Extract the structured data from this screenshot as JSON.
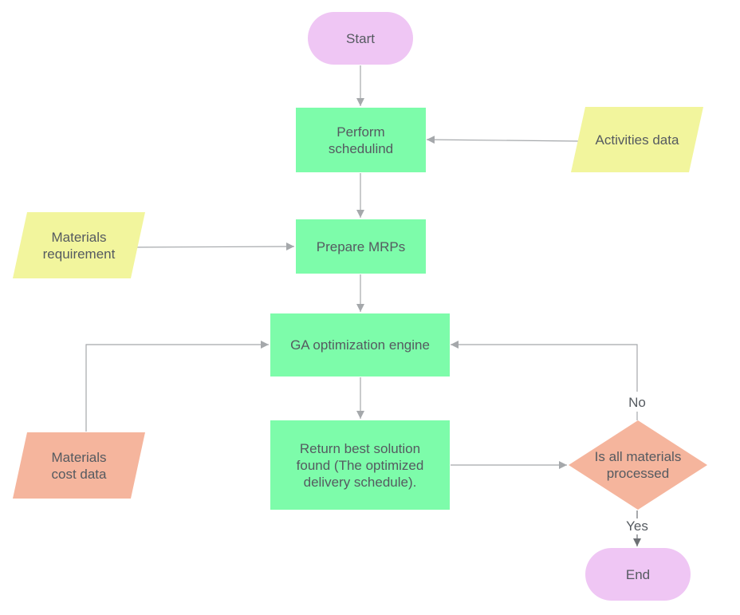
{
  "colors": {
    "terminal": "#efc6f4",
    "process": "#7dfcaa",
    "input_yellow": "#f2f59d",
    "input_salmon": "#f5b59d",
    "decision": "#f5b59d",
    "text": "#555a60",
    "line": "#a5a8ab"
  },
  "nodes": {
    "start": {
      "label": "Start",
      "shape": "terminal"
    },
    "perform_scheduling": {
      "label": "Perform\nschedulind",
      "shape": "process"
    },
    "activities_data": {
      "label": "Activities data",
      "shape": "data"
    },
    "prepare_mrps": {
      "label": "Prepare MRPs",
      "shape": "process"
    },
    "materials_requirement": {
      "label": "Materials\nrequirement",
      "shape": "data"
    },
    "ga_engine": {
      "label": "GA optimization engine",
      "shape": "process"
    },
    "materials_cost_data": {
      "label": "Materials\ncost data",
      "shape": "data"
    },
    "return_best": {
      "label": "Return best solution\nfound (The optimized\ndelivery schedule).",
      "shape": "process"
    },
    "decision": {
      "label": "Is all materials\nprocessed",
      "shape": "decision"
    },
    "end": {
      "label": "End",
      "shape": "terminal"
    }
  },
  "edge_labels": {
    "no": "No",
    "yes": "Yes"
  }
}
